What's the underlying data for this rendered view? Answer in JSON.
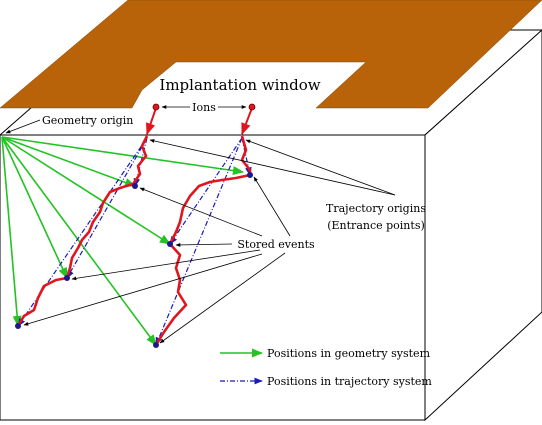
{
  "labels": {
    "window": "Implantation window",
    "ions": "Ions",
    "geometry_origin": "Geometry origin",
    "trajectory_origins_1": "Trajectory origins",
    "trajectory_origins_2": "(Entrance points)",
    "stored_events": "Stored events"
  },
  "legend": {
    "geometry": "Positions in geometry system",
    "trajectory": "Positions in trajectory system"
  },
  "colors": {
    "slab": "#b8620a",
    "trajectory": "#e0161e",
    "geometry_vector": "#22c322",
    "trajectory_vector": "#1a1ab8",
    "event_dot": "#1a1a8c",
    "box_line": "#000000"
  }
}
